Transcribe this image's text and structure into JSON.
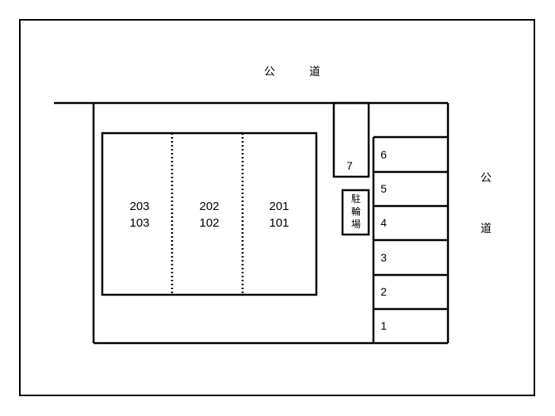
{
  "roads": {
    "top": [
      "公",
      "道"
    ],
    "right": [
      "公",
      "道"
    ]
  },
  "units": [
    {
      "upper": "203",
      "lower": "103"
    },
    {
      "upper": "202",
      "lower": "102"
    },
    {
      "upper": "201",
      "lower": "101"
    }
  ],
  "parking": [
    "6",
    "5",
    "4",
    "3",
    "2",
    "1"
  ],
  "parking_extra": "7",
  "bike_parking": [
    "駐",
    "輪",
    "場"
  ]
}
